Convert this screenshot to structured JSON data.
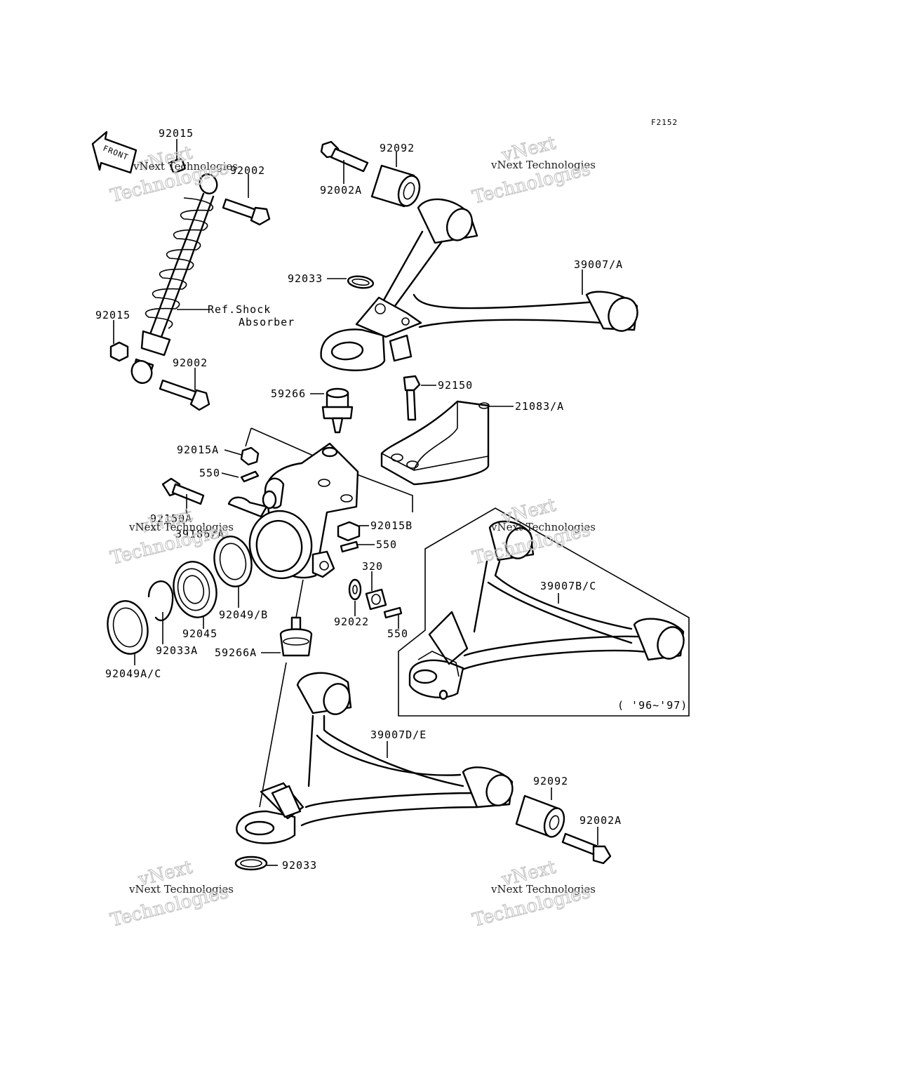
{
  "figure_code": "F2152",
  "front_label": "FRONT",
  "year_note": "( '96~'97)",
  "watermark": {
    "company": "vNext Technologies",
    "line1": "vNext",
    "line2": "Technologies"
  },
  "labels": {
    "p92015_top": "92015",
    "p92002_top": "92002",
    "ref_shock_1": "Ref.Shock",
    "ref_shock_2": "Absorber",
    "p92015_mid": "92015",
    "p92002_mid": "92002",
    "p92092_top": "92092",
    "p92002A_top": "92002A",
    "p39007A": "39007/A",
    "p92033_top": "92033",
    "p59266": "59266",
    "p92150": "92150",
    "p21083A": "21083/A",
    "p92015A": "92015A",
    "p550_a": "550",
    "p92150A": "92150A",
    "p39186A": "39186/A",
    "p92015B": "92015B",
    "p550_b": "550",
    "p320": "320",
    "p92022": "92022",
    "p550_c": "550",
    "p92049B": "92049/B",
    "p92045": "92045",
    "p92033A": "92033A",
    "p59266A": "59266A",
    "p92049AC": "92049A/C",
    "p39007BC": "39007B/C",
    "p39007DE": "39007D/E",
    "p92092_bot": "92092",
    "p92002A_bot": "92002A",
    "p92033_bot": "92033"
  }
}
